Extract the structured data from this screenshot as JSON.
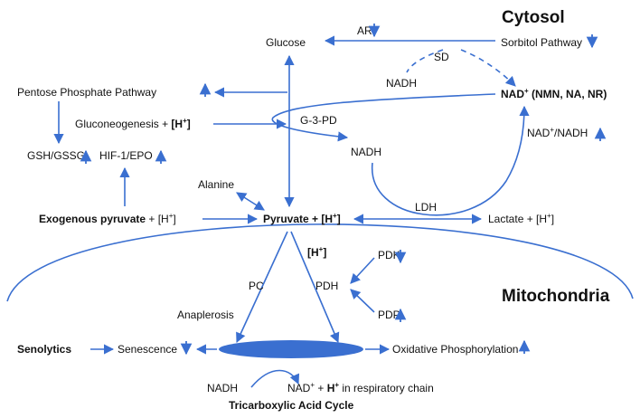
{
  "sections": {
    "cytosol": "Cytosol",
    "mitochondria": "Mitochondria"
  },
  "nodes": {
    "ar": "AR",
    "glucose": "Glucose",
    "sorbitol": "Sorbitol Pathway",
    "sd": "SD",
    "nadh_top": "NADH",
    "pentose": "Pentose Phosphate Pathway",
    "nad_plus_main": "NAD",
    "nad_plus_sup": "+",
    "nad_plus_extra": " (NMN, NA, NR)",
    "gluconeo": "Gluconeogenesis + ",
    "gluconeo_h": "[H",
    "gluconeo_h_sup": "+",
    "gluconeo_h_close": "]",
    "g3pd": "G-3-PD",
    "nad_ratio_a": "NAD",
    "nad_ratio_sup": "+",
    "nad_ratio_b": "/NADH",
    "gsh": "GSH/GSSG",
    "hif": "HIF-1/EPO",
    "nadh_mid": "NADH",
    "alanine": "Alanine",
    "exo_bold": "Exogenous pyruvate",
    "exo_rest": " + [H",
    "exo_sup": "+",
    "exo_close": "]",
    "pyruvate": "Pyruvate + [H",
    "pyruvate_sup": "+",
    "pyruvate_close": "]",
    "lactate": "Lactate + [H",
    "lactate_sup": "+",
    "lactate_close": "]",
    "ldh": "LDH",
    "h_mito": "[H",
    "h_mito_sup": "+",
    "h_mito_close": "]",
    "pdk": "PDK",
    "pc": "PC",
    "pdh": "PDH",
    "pdp": "PDP",
    "anaplerosis": "Anaplerosis",
    "senolytics": "Senolytics",
    "senescence": "Senescence",
    "oxphos": "Oxidative Phosphorylation",
    "nadh_bottom": "NADH",
    "nad_bottom_a": "NAD",
    "nad_bottom_sup": "+",
    "nad_bottom_b": " + ",
    "nad_bottom_h": "H",
    "nad_bottom_h_sup": "+",
    "nad_bottom_c": " in respiratory chain",
    "tca": "Tricarboxylic Acid Cycle"
  },
  "colors": {
    "arrow": "#3a6fd0",
    "tca_ellipse": "#3a6fd0",
    "text": "#111111"
  },
  "indicators": {
    "ar": "down",
    "sorbitol": "down",
    "pentose": "up",
    "nad_ratio": "up",
    "gsh": "up",
    "hif": "up",
    "pdk": "down",
    "pdp": "up",
    "senescence": "down",
    "oxphos": "up"
  }
}
